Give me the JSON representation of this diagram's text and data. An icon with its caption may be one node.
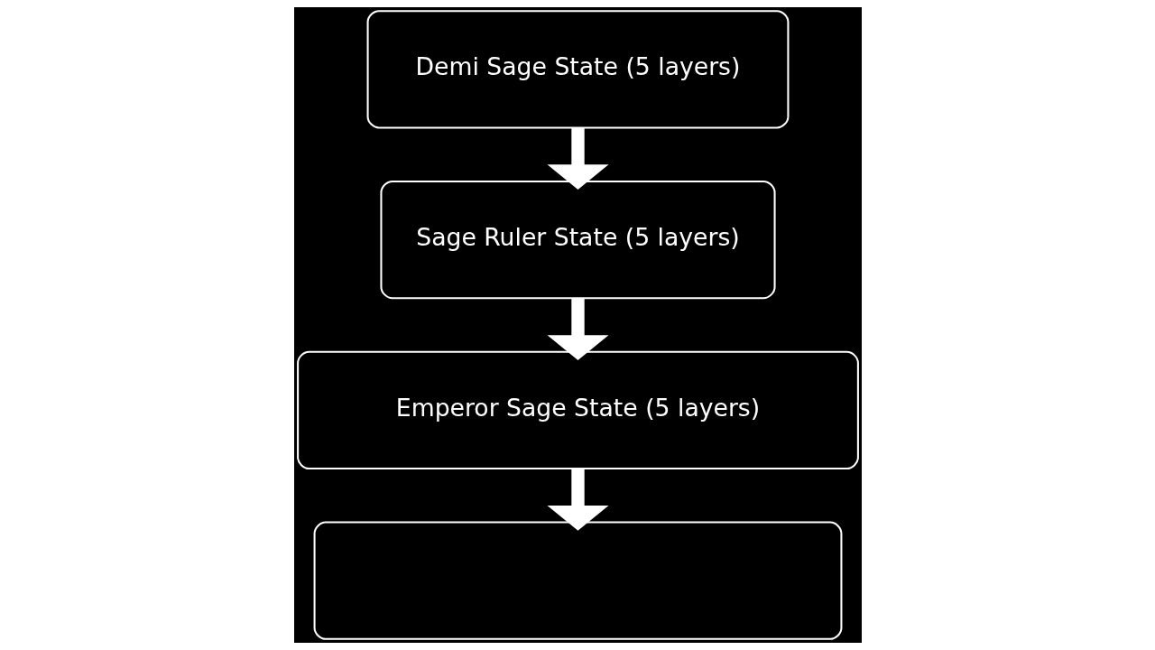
{
  "diagram": {
    "nodes": [
      {
        "text": [
          "Demi Sage State (5 layers)"
        ]
      },
      {
        "text": [
          "Sage Ruler State (5 layers)"
        ]
      },
      {
        "text": [
          "Emperor Sage State (5 layers)"
        ]
      },
      {
        "text": [],
        "shape": "box"
      }
    ],
    "edges": [
      {
        "from": 0,
        "to": 1,
        "arrow": "to"
      },
      {
        "from": 1,
        "to": 2,
        "arrow": "to"
      },
      {
        "from": 2,
        "to": 3,
        "arrow": "to"
      }
    ]
  }
}
